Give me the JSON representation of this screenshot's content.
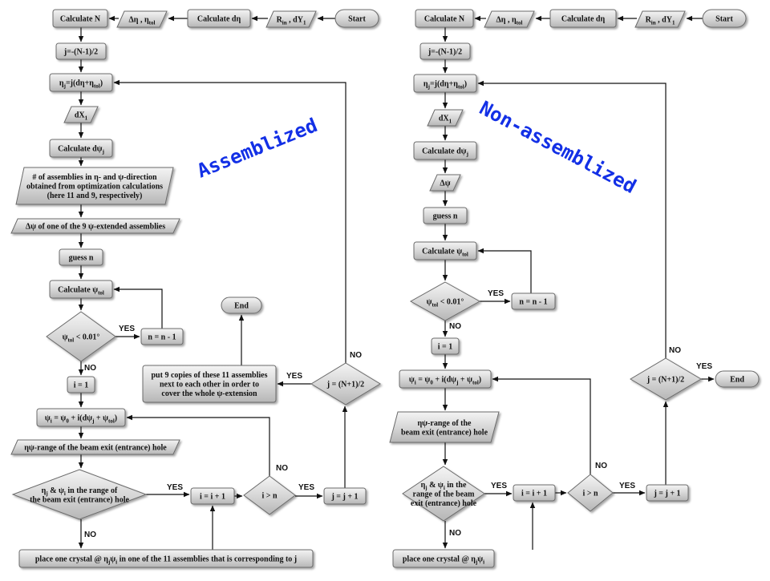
{
  "left": {
    "title": "Assemblized",
    "nodes": {
      "start": "Start",
      "rin": "R_in , dY_1",
      "calc_deta": "Calculate dη",
      "deta_tol": "Δη , η_tol",
      "calc_n": "Calculate N",
      "j_init": "j=-(N-1)/2",
      "eta_j": "η_j=j(dη+η_tol)",
      "dx1": "dX_1",
      "calc_dpsi": "Calculate dψ_j",
      "assemblies": [
        "# of assemblies in η- and ψ-direction",
        "obtained from optimization calculations",
        "(here 11 and 9, respectively)"
      ],
      "dpsi_ext": "Δψ of one of the 9 ψ-extended assemblies",
      "guess_n": "guess n",
      "calc_psitol": "Calculate ψ_tol",
      "psi_cond": "ψ_tol < 0.01°",
      "n_dec": "n = n - 1",
      "i_init": "i = 1",
      "psi_i": "ψ_i = ψ_0 + i(dψ_j + ψ_tol)",
      "range": "ηψ-range of the beam exit (entrance) hole",
      "in_range": [
        "η_j & ψ_i in the range of",
        "the beam exit (entrance) hole"
      ],
      "i_inc": "i = i + 1",
      "i_gt_n": "i > n",
      "j_inc": "j = j + 1",
      "j_cond": "j = (N+1)/2",
      "copies": [
        "put 9 copies of these 11 assemblies",
        "next to each other in order to",
        "cover the whole ψ-extension"
      ],
      "end": "End",
      "place": "place one crystal @ η_jψ_i in one of the 11 assemblies that is corresponding to j"
    }
  },
  "right": {
    "title": "Non-assemblized",
    "nodes": {
      "start": "Start",
      "rin": "R_in , dY_1",
      "calc_deta": "Calculate dη",
      "deta_tol": "Δη , η_tol",
      "calc_n": "Calculate N",
      "j_init": "j=-(N-1)/2",
      "eta_j": "η_j=j(dη+η_tol)",
      "dx1": "dX_1",
      "calc_dpsi": "Calculate dψ_j",
      "dpsi": "Δψ",
      "guess_n": "guess n",
      "calc_psitol": "Calculate ψ_tol",
      "psi_cond": "ψ_tol < 0.01°",
      "n_dec": "n = n - 1",
      "i_init": "i = 1",
      "psi_i": "ψ_i = ψ_0 + i(dψ_j + ψ_tol)",
      "range": [
        "ηψ-range of the",
        "beam exit (entrance) hole"
      ],
      "in_range": [
        "η_j & ψ_i in the",
        "range of the beam",
        "exit (entrance) hole"
      ],
      "i_inc": "i = i + 1",
      "i_gt_n": "i > n",
      "j_inc": "j = j + 1",
      "j_cond": "j = (N+1)/2",
      "end": "End",
      "place": "place one crystal @ η_jψ_i"
    }
  },
  "labels": {
    "yes": "YES",
    "no": "NO"
  }
}
